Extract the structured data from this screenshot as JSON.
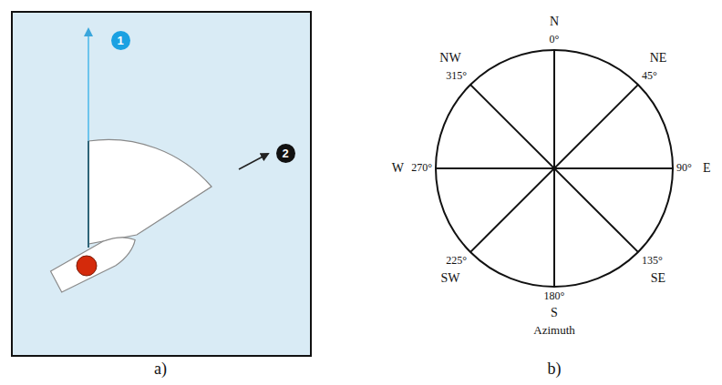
{
  "diagram": {
    "nodes": [
      {
        "text": [
          "1"
        ]
      },
      {
        "text": [
          "2"
        ]
      }
    ],
    "labels": [
      "a)",
      "b)",
      "N",
      "0°",
      "NE",
      "45°",
      "NW",
      "315°",
      "W",
      "270°",
      "90°",
      "E",
      "SW",
      "225°",
      "SE",
      "135°",
      "180°",
      "S",
      "Azimuth"
    ]
  }
}
